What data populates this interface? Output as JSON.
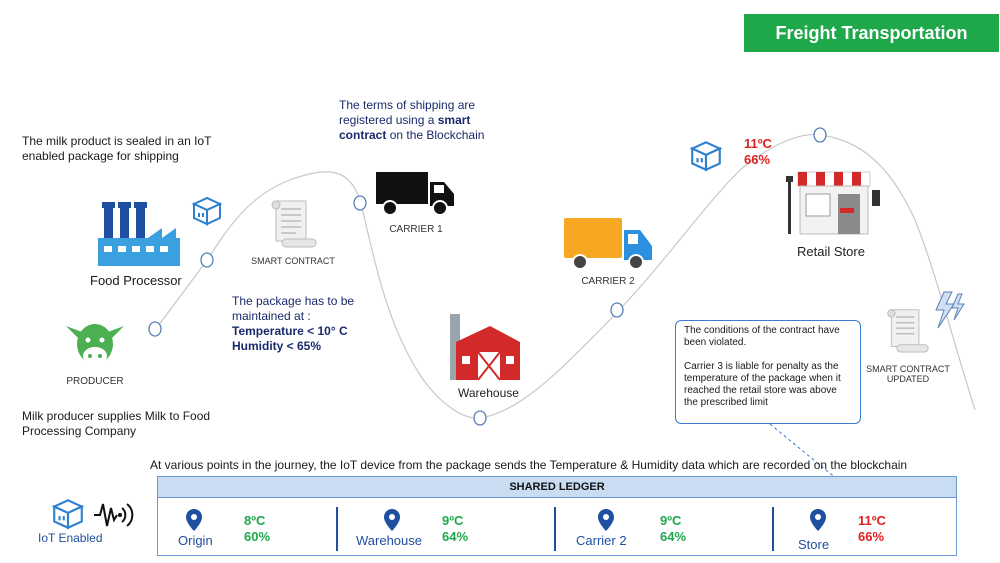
{
  "header": {
    "title": "Freight Transportation"
  },
  "notes": {
    "sealed": "The milk product is sealed in an IoT enabled package for shipping",
    "terms_1": "The terms of shipping are",
    "terms_2": "registered using a",
    "terms_bold1": "smart",
    "terms_bold2": "contract",
    "terms_3": "on the Blockchain",
    "maintain": "The package has to be maintained at :",
    "temp_rule": "Temperature < 10° C",
    "hum_rule": "Humidity < 65%",
    "producer_note": "Milk producer supplies Milk to Food Processing Company",
    "journey": "At various points in the journey, the IoT device from the package sends the Temperature & Humidity data which are recorded on the blockchain"
  },
  "nodes": {
    "food_processor": "Food Processor",
    "producer": "PRODUCER",
    "smart_contract": "SMART CONTRACT",
    "carrier1": "CARRIER 1",
    "warehouse": "Warehouse",
    "carrier2": "CARRIER 2",
    "retail_store": "Retail Store",
    "contract_updated_1": "SMART CONTRACT",
    "contract_updated_2": "UPDATED",
    "iot_enabled": "IoT Enabled"
  },
  "retail_reading": {
    "temp": "11ºC",
    "humidity": "66%"
  },
  "callout": {
    "line1": "The conditions of the contract have been violated.",
    "line2": "Carrier 3 is liable for penalty as the temperature of the package when it reached the retail store was above the prescribed limit"
  },
  "ledger": {
    "title": "SHARED LEDGER",
    "entries": [
      {
        "name": "Origin",
        "temp": "8ºC",
        "humidity": "60%",
        "status": "ok"
      },
      {
        "name": "Warehouse",
        "temp": "9ºC",
        "humidity": "64%",
        "status": "ok"
      },
      {
        "name": "Carrier 2",
        "temp": "9ºC",
        "humidity": "64%",
        "status": "ok"
      },
      {
        "name": "Store",
        "temp": "11ºC",
        "humidity": "66%",
        "status": "violation"
      }
    ]
  },
  "colors": {
    "accent": "#1ea84a",
    "violation": "#e02020",
    "ledger_blue": "#1f4fa0"
  }
}
